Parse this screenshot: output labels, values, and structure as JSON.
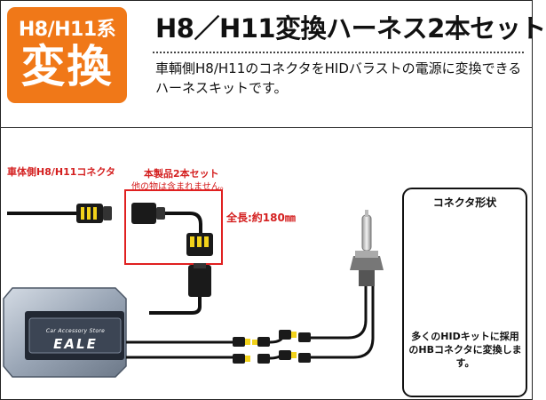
{
  "badge": {
    "line1": "H8/H11系",
    "line2": "変換"
  },
  "header": {
    "title": "H8／H11変換ハーネス2本セット",
    "description": "車輌側H8/H11のコネクタをHIDバラストの電源に変換できるハーネスキットです。"
  },
  "labels": {
    "vehicle_connector": "車体側H8/H11コネクタ",
    "product_set": "本製品2本セット",
    "not_included": "他の物は含まれません。",
    "total_length": "全長:約180㎜"
  },
  "connector_panel": {
    "title": "コネクタ形状",
    "caption": "多くのHIDキットに採用のHBコネクタに変換します。"
  },
  "ballast": {
    "brand": "Car Accessory Store",
    "model": "EALE"
  },
  "colors": {
    "badge": "#f07818",
    "label_red": "#d42020",
    "highlight_red": "#e02020",
    "wire": "#111111",
    "ballast_body": "#9aa6b6",
    "connector_yellow": "#f2d21a"
  }
}
